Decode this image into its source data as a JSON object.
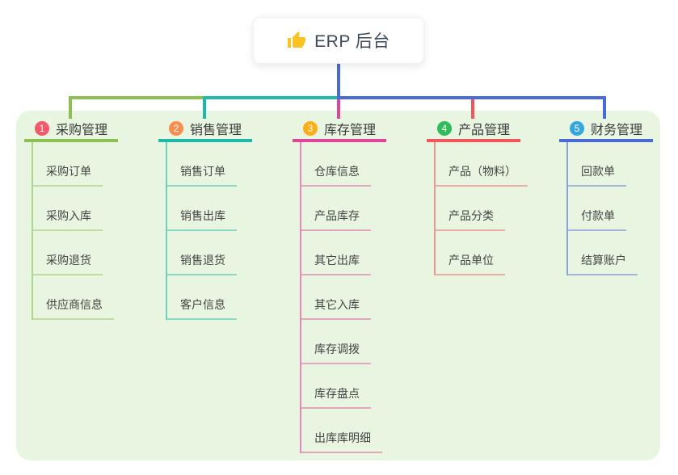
{
  "root": {
    "title": "ERP 后台",
    "icon": "thumbs-up-icon",
    "icon_color": "#f9c321"
  },
  "colors": {
    "page_bg": "#ffffff",
    "panel_bg": "#e8f5e0",
    "connector_blue": "#4a6bd6",
    "title_text": "#3d4a5c",
    "branch_text": "#3b3b3b",
    "child_text": "#454545"
  },
  "branches": [
    {
      "badge": "1",
      "badge_color": "#f4596b",
      "label": "采购管理",
      "line_color": "#8cc152",
      "children": [
        "采购订单",
        "采购入库",
        "采购退货",
        "供应商信息"
      ]
    },
    {
      "badge": "2",
      "badge_color": "#fa8c4d",
      "label": "销售管理",
      "line_color": "#1fb9ac",
      "children": [
        "销售订单",
        "销售出库",
        "销售退货",
        "客户信息"
      ]
    },
    {
      "badge": "3",
      "badge_color": "#fbae17",
      "label": "库存管理",
      "line_color": "#e0459c",
      "children": [
        "仓库信息",
        "产品库存",
        "其它出库",
        "其它入库",
        "库存调拨",
        "库存盘点",
        "出库库明细"
      ]
    },
    {
      "badge": "4",
      "badge_color": "#2ebd59",
      "label": "产品管理",
      "line_color": "#f2565a",
      "children": [
        "产品（物料）",
        "产品分类",
        "产品单位"
      ]
    },
    {
      "badge": "5",
      "badge_color": "#35a6e0",
      "label": "财务管理",
      "line_color": "#4a6bd6",
      "children": [
        "回款单",
        "付款单",
        "结算账户"
      ]
    }
  ]
}
